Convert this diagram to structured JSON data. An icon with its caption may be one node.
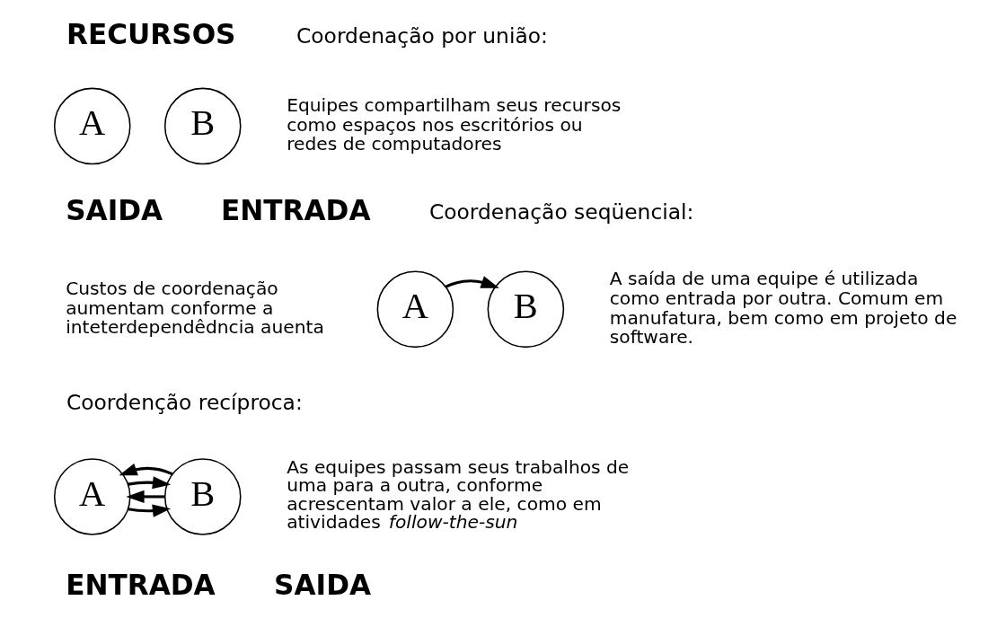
{
  "diagram": {
    "nodes": [
      {
        "text": [
          "A"
        ]
      },
      {
        "text": [
          "B"
        ]
      },
      {
        "text": [
          "A"
        ]
      },
      {
        "text": [
          "B"
        ]
      },
      {
        "text": [
          "A"
        ]
      },
      {
        "text": [
          "B"
        ]
      }
    ],
    "edges": [
      {
        "from": 2,
        "to": 3,
        "arrow": "to"
      },
      {
        "from": 4,
        "to": 5,
        "arrow": "to"
      },
      {
        "from": 5,
        "to": 4,
        "arrow": "to"
      },
      {
        "from": 4,
        "to": 5,
        "arrow": "to"
      },
      {
        "from": 5,
        "to": 4,
        "arrow": "to"
      }
    ],
    "labels": [
      "Custos de coordenação aumentam conforme a inteterdependêdncia auenta",
      "RECURSOS",
      "Coordenação por união:",
      "Equipes compartilham seus recursos como espaços nos escritórios ou redes de computadores",
      "SAIDA",
      "ENTRADA",
      "Coordenação seqüencial:",
      "A saída de uma equipe é utilizada como entrada por outra. Comum em manufatura, bem como em projeto de software.",
      "Coordenção recíproca:",
      "As equipes passam seus trabalhos de uma para a outra, conforme acrescentam valor a ele, como em atividades *follow-the-sun*",
      "ENTRADA",
      "SAIDA"
    ]
  }
}
